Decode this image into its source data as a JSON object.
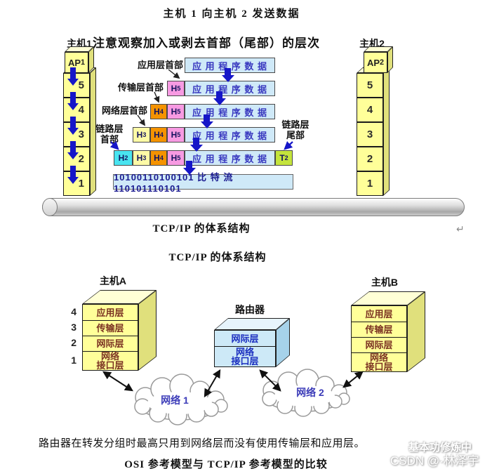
{
  "doc": {
    "title": "主机 1 向主机 2 发送数据",
    "caption_tcpip_1": "TCP/IP 的体系结构",
    "caption_tcpip_2": "TCP/IP 的体系结构",
    "note": "路由器在转发分组时最高只用到网络层而没有使用传输层和应用层。",
    "caption_osi": "OSI 参考模型与 TCP/IP 参考模型的比较",
    "return_mark": "↵"
  },
  "watermark": {
    "line1": "基本功修炼中",
    "line2": "CSDN @·林泽宇"
  },
  "encap_diagram": {
    "heading": "注意观察加入或剥去首部（尾部）的层次",
    "host1": {
      "label": "主机1",
      "ap_base": "AP",
      "ap_sub": "1",
      "layers": [
        "5",
        "4",
        "3",
        "2",
        "1"
      ]
    },
    "host2": {
      "label": "主机2",
      "ap_base": "AP",
      "ap_sub": "2",
      "layers": [
        "5",
        "4",
        "3",
        "2",
        "1"
      ]
    },
    "pointer_labels": {
      "app_header": "应用层首部",
      "transport_header": "传输层首部",
      "network_header": "网络层首部",
      "link_header_line1": "链路层",
      "link_header_line2": "首部",
      "link_trailer_line1": "链路层",
      "link_trailer_line2": "尾部"
    },
    "app_data_text": "应 用 程 序 数 据",
    "h_units": {
      "h5_base": "H",
      "h5_sub": "5",
      "h4_base": "H",
      "h4_sub": "4",
      "h3_base": "H",
      "h3_sub": "3",
      "h2_base": "H",
      "h2_sub": "2",
      "t2_base": "T",
      "t2_sub": "2"
    },
    "bitstream": "10100110100101 比 特 流 110101110101"
  },
  "arch_diagram": {
    "hostA": {
      "label": "主机A",
      "numbers": [
        "4",
        "3",
        "2",
        "1"
      ],
      "layers": [
        "应用层",
        "传输层",
        "网际层"
      ],
      "layer4_line1": "网络",
      "layer4_line2": "接口层"
    },
    "router": {
      "label": "路由器",
      "layer1": "网际层",
      "layer2_line1": "网络",
      "layer2_line2": "接口层"
    },
    "hostB": {
      "label": "主机B",
      "layers": [
        "应用层",
        "传输层",
        "网际层"
      ],
      "layer4_line1": "网络",
      "layer4_line2": "接口层"
    },
    "network1": "网络 1",
    "network2": "网络 2"
  },
  "colors": {
    "host_box_yellow": "#ffff99",
    "data_box_blue": "#cfe9f8",
    "h5_pink": "#f79ae2",
    "h4_orange": "#f59300",
    "h3_yellow": "#fdfaa6",
    "h2_cyan": "#49e4f0",
    "t2_green": "#c4e43c",
    "arrow_blue": "#1616c8",
    "router_box_blue": "#cde9f7",
    "host_layer_text": "#7b3222",
    "router_layer_text": "#1b2fc0",
    "network_label_blue": "#3b3bb8"
  }
}
